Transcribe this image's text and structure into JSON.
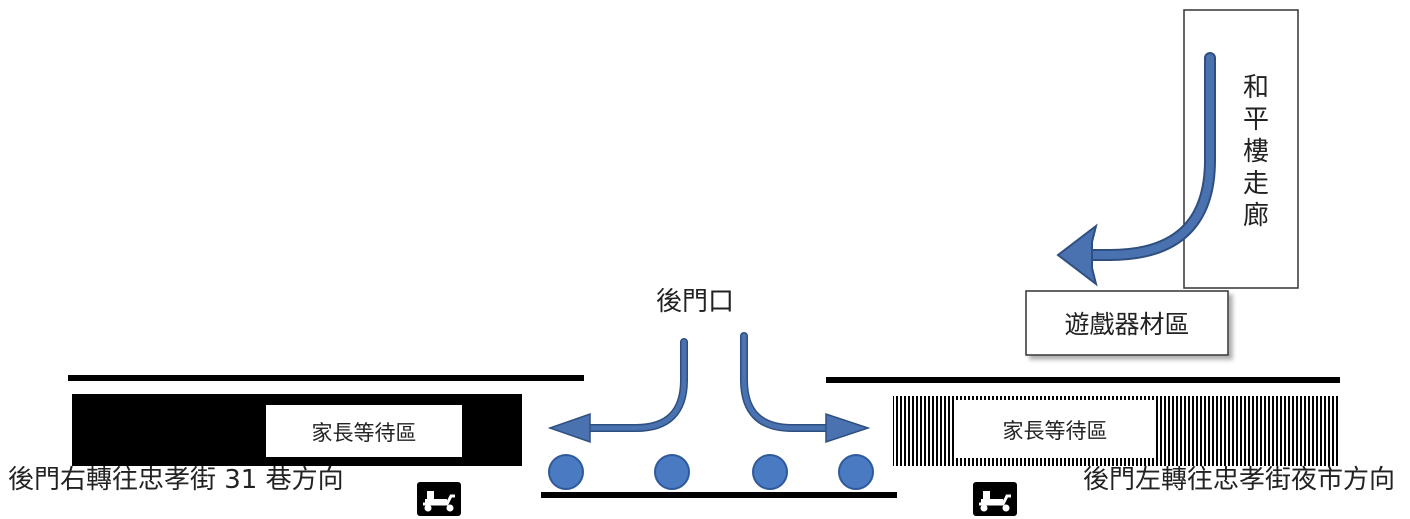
{
  "labels": {
    "corridor_chars": [
      "和",
      "平",
      "樓",
      "走",
      "廊"
    ],
    "playground": "遊戲器材區",
    "gate": "後門口",
    "waiting_left": "家長等待區",
    "waiting_right": "家長等待區",
    "direction_left": "後門右轉往忠孝街 31 巷方向",
    "direction_right": "後門左轉往忠孝街夜市方向"
  },
  "icons": {
    "left": "scooter-icon",
    "right": "scooter-icon"
  },
  "colors": {
    "arrow": "#4a72b0",
    "arrow_outline": "#2f4f80",
    "post": "#4a7ac2",
    "line": "#000000",
    "box_border": "#333333"
  }
}
